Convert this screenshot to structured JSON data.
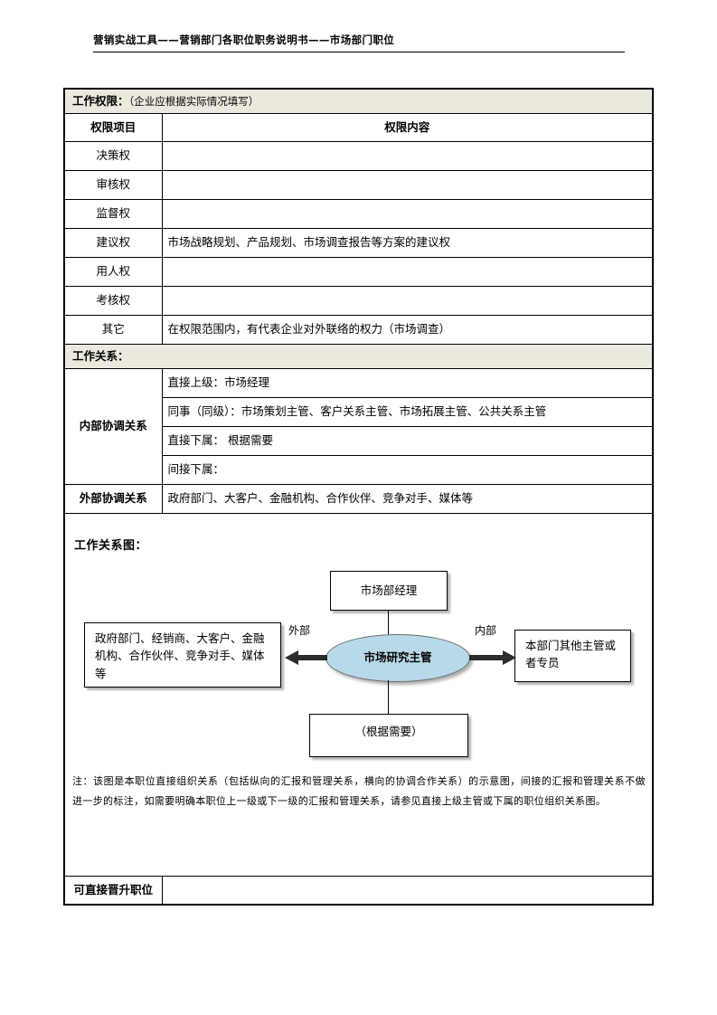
{
  "header": {
    "title": "营销实战工具——营销部门各职位职务说明书——市场部门职位"
  },
  "authority_section": {
    "band_title": "工作权限：",
    "band_note": "（企业应根据实际情况填写）",
    "columns": [
      "权限项目",
      "权限内容"
    ],
    "rows": [
      {
        "item": "决策权",
        "content": ""
      },
      {
        "item": "审核权",
        "content": ""
      },
      {
        "item": "监督权",
        "content": ""
      },
      {
        "item": "建议权",
        "content": "市场战略规划、产品规划、市场调查报告等方案的建议权"
      },
      {
        "item": "用人权",
        "content": ""
      },
      {
        "item": "考核权",
        "content": ""
      },
      {
        "item": "其它",
        "content": "在权限范围内，有代表企业对外联络的权力（市场调查）"
      }
    ]
  },
  "relations_section": {
    "band_title": "工作关系：",
    "internal_label": "内部协调关系",
    "internal_rows": [
      "直接上级：市场经理",
      "同事（同级）：市场策划主管、客户关系主管、市场拓展主管、公共关系主管",
      "直接下属： 根据需要",
      "间接下属："
    ],
    "external_label": "外部协调关系",
    "external_value": "政府部门、大客户、金融机构、合作伙伴、竞争对手、媒体等"
  },
  "diagram_section": {
    "title": "工作关系图：",
    "nodes": {
      "manager": "市场部经理",
      "center": "市场研究主管",
      "external": "政府部门、经销商、大客户、金融机构、合作伙伴、竞争对手、媒体等",
      "internal": "本部门其他主管或者专员",
      "subordinate": "（根据需要）"
    },
    "edge_labels": {
      "external": "外部",
      "internal": "内部"
    },
    "note": "注：该图是本职位直接组织关系（包括纵向的汇报和管理关系，横向的协调合作关系）的示意图，间接的汇报和管理关系不做进一步的标注，如需要明确本职位上一级或下一级的汇报和管理关系，请参见直接上级主管或下属的职位组织关系图。"
  },
  "promotion_section": {
    "label": "可直接晋升职位",
    "value": ""
  },
  "colors": {
    "band_background": "#EBE9DE",
    "ellipse_fill": "#B8D9E9",
    "border": "#000000"
  }
}
